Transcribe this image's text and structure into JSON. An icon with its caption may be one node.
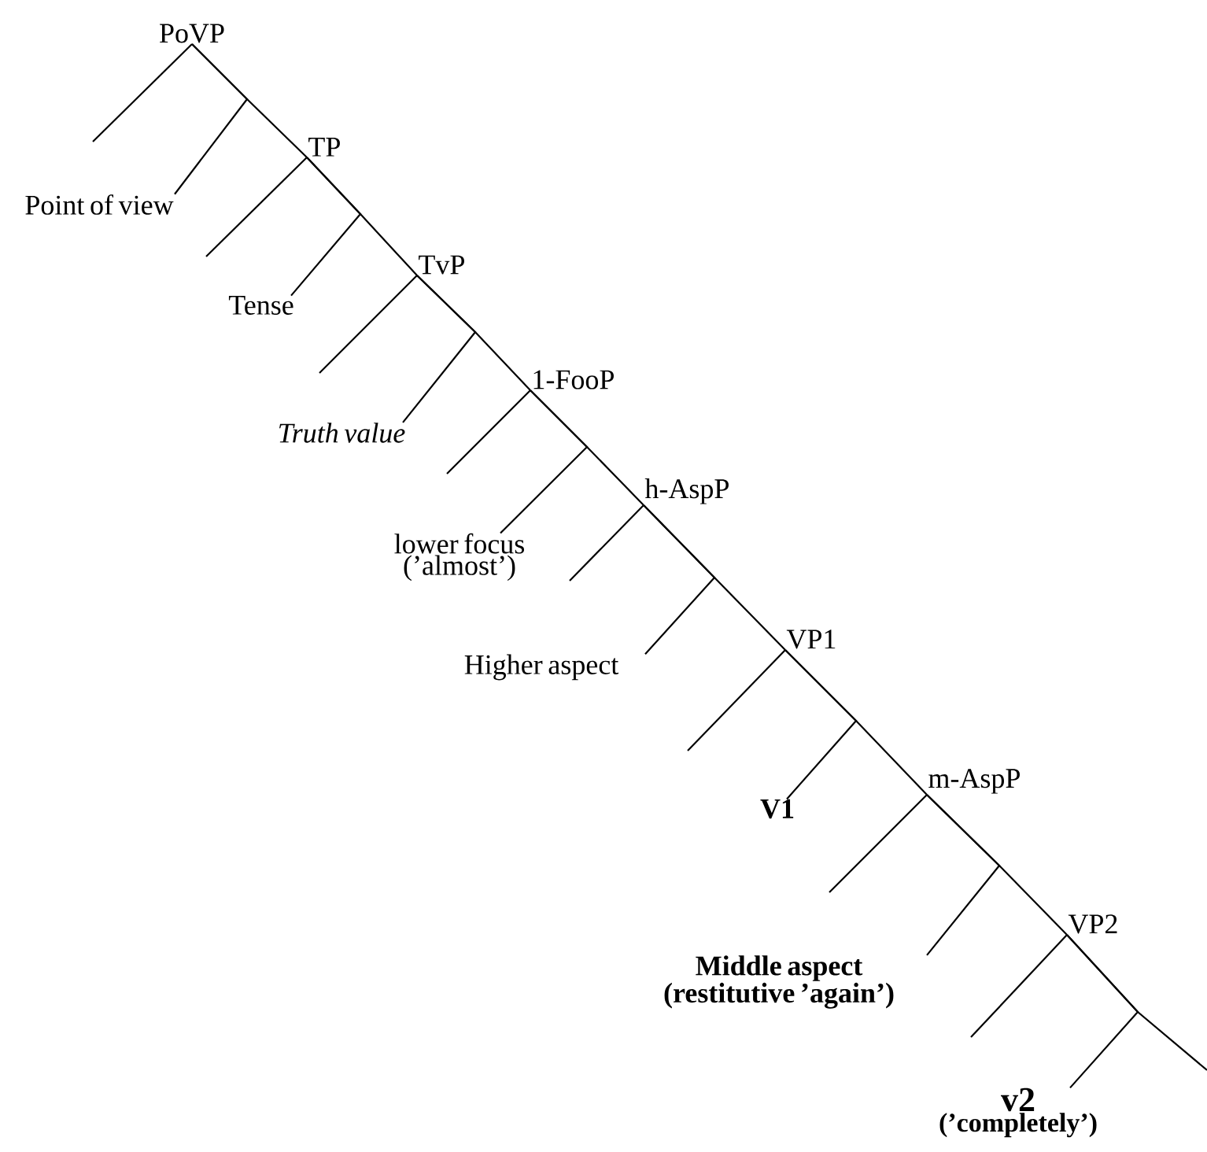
{
  "diagram": {
    "nodes": [
      {
        "text": [
          "PoVP"
        ]
      },
      {
        "text": [
          "Point of view"
        ]
      },
      {
        "text": [
          "TP"
        ]
      },
      {
        "text": [
          "Tense"
        ]
      },
      {
        "text": [
          "TvP"
        ]
      },
      {
        "text": [
          "Truth value"
        ]
      },
      {
        "text": [
          "1-FooP"
        ]
      },
      {
        "text": [
          "lower focus (’almost’)"
        ]
      },
      {
        "text": [
          "h-AspP"
        ]
      },
      {
        "text": [
          "Higher aspect"
        ]
      },
      {
        "text": [
          "VP1"
        ]
      },
      {
        "text": [
          "V1"
        ]
      },
      {
        "text": [
          "m-AspP"
        ]
      },
      {
        "text": [
          "Middle aspect (restitutive ’again’)"
        ]
      },
      {
        "text": [
          "VP2"
        ]
      },
      {
        "text": [
          "v2",
          "(’completely’)"
        ]
      }
    ],
    "edges": [
      {
        "from": 0,
        "to": null,
        "arrow": "none"
      },
      {
        "from": 0,
        "to": 2,
        "arrow": "none"
      },
      {
        "from": 0,
        "to": 1,
        "arrow": "none"
      },
      {
        "from": 2,
        "to": null,
        "arrow": "none"
      },
      {
        "from": 2,
        "to": 4,
        "arrow": "none"
      },
      {
        "from": 2,
        "to": 3,
        "arrow": "none"
      },
      {
        "from": 4,
        "to": null,
        "arrow": "none"
      },
      {
        "from": 4,
        "to": 6,
        "arrow": "none"
      },
      {
        "from": 4,
        "to": 5,
        "arrow": "none"
      },
      {
        "from": 6,
        "to": null,
        "arrow": "none"
      },
      {
        "from": 6,
        "to": 8,
        "arrow": "none"
      },
      {
        "from": 6,
        "to": 7,
        "arrow": "none"
      },
      {
        "from": 8,
        "to": null,
        "arrow": "none"
      },
      {
        "from": 8,
        "to": 10,
        "arrow": "none"
      },
      {
        "from": 8,
        "to": 9,
        "arrow": "none"
      },
      {
        "from": 10,
        "to": null,
        "arrow": "none"
      },
      {
        "from": 10,
        "to": 12,
        "arrow": "none"
      },
      {
        "from": 10,
        "to": 11,
        "arrow": "none"
      },
      {
        "from": 12,
        "to": null,
        "arrow": "none"
      },
      {
        "from": 12,
        "to": 14,
        "arrow": "none"
      },
      {
        "from": 12,
        "to": 13,
        "arrow": "none"
      },
      {
        "from": 14,
        "to": null,
        "arrow": "none"
      },
      {
        "from": 14,
        "to": null,
        "arrow": "none"
      },
      {
        "from": 14,
        "to": 15,
        "arrow": "none"
      }
    ]
  }
}
